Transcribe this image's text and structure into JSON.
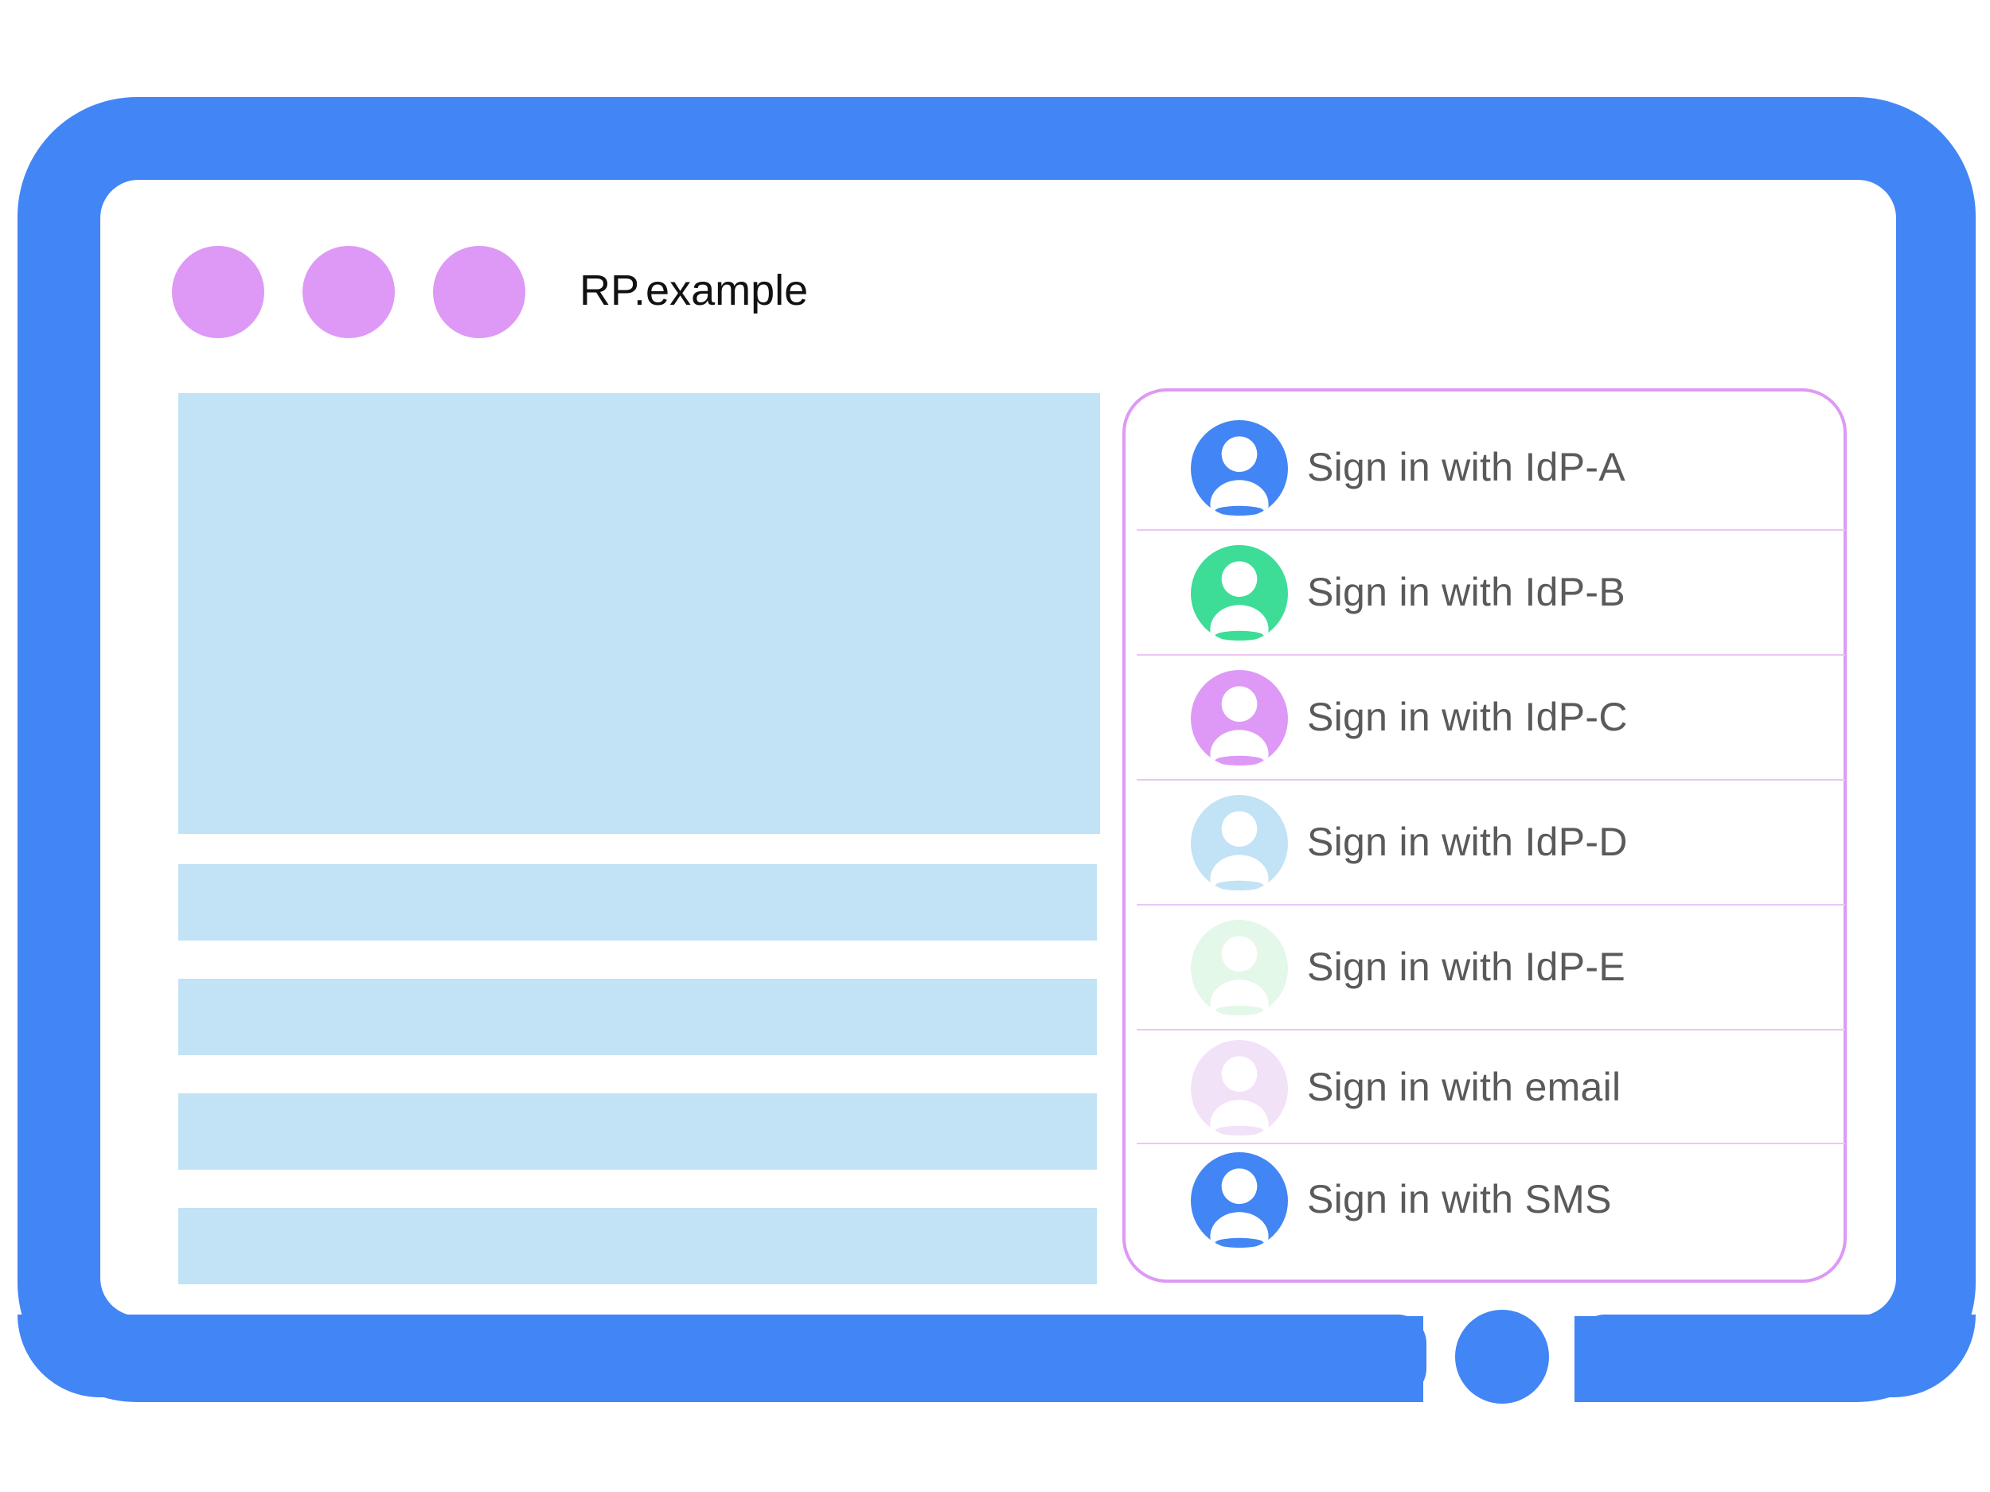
{
  "colors": {
    "frame": "#4285f4",
    "window_dot": "#dd99f5",
    "content_block": "#c2e2f5",
    "panel_border": "#dd99f5",
    "divider": "#ebc6f5"
  },
  "browser": {
    "title": "RP.example"
  },
  "signin_options": [
    {
      "label": "Sign in with IdP-A",
      "icon": "user-avatar-icon",
      "color": "#4285f4"
    },
    {
      "label": "Sign in with IdP-B",
      "icon": "user-avatar-icon",
      "color": "#3ddc97"
    },
    {
      "label": "Sign in with IdP-C",
      "icon": "user-avatar-icon",
      "color": "#dd99f5"
    },
    {
      "label": "Sign in with IdP-D",
      "icon": "user-avatar-icon",
      "color": "#c2e2f5"
    },
    {
      "label": "Sign in with IdP-E",
      "icon": "user-avatar-icon",
      "color": "#e3f8e8"
    },
    {
      "label": "Sign in with email",
      "icon": "user-avatar-icon",
      "color": "#f2e2f8"
    },
    {
      "label": "Sign in with SMS",
      "icon": "user-avatar-icon",
      "color": "#4285f4"
    }
  ]
}
